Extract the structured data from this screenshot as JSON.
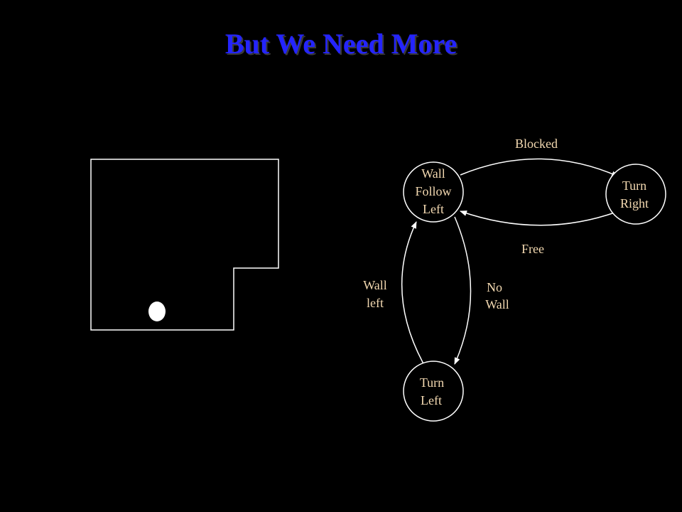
{
  "slide": {
    "title": "But We Need More",
    "title_color": "#2424ff",
    "background": "#000000"
  },
  "map": {
    "description_free": true,
    "wall_color": "#ffffff",
    "robot_color": "#ffffff"
  },
  "state_machine": {
    "label_color": "#f3d9b1",
    "line_color": "#ffffff",
    "nodes": {
      "wall_follow_left": {
        "lines": [
          "Wall",
          "Follow",
          "Left"
        ]
      },
      "turn_right": {
        "lines": [
          "Turn",
          "Right"
        ]
      },
      "turn_left": {
        "lines": [
          "Turn",
          "Left"
        ]
      }
    },
    "edges": {
      "blocked": {
        "lines": [
          "Blocked"
        ]
      },
      "free": {
        "lines": [
          "Free"
        ]
      },
      "no_wall": {
        "lines": [
          "No",
          "Wall"
        ]
      },
      "wall_left": {
        "lines": [
          "Wall",
          "left"
        ]
      }
    }
  }
}
